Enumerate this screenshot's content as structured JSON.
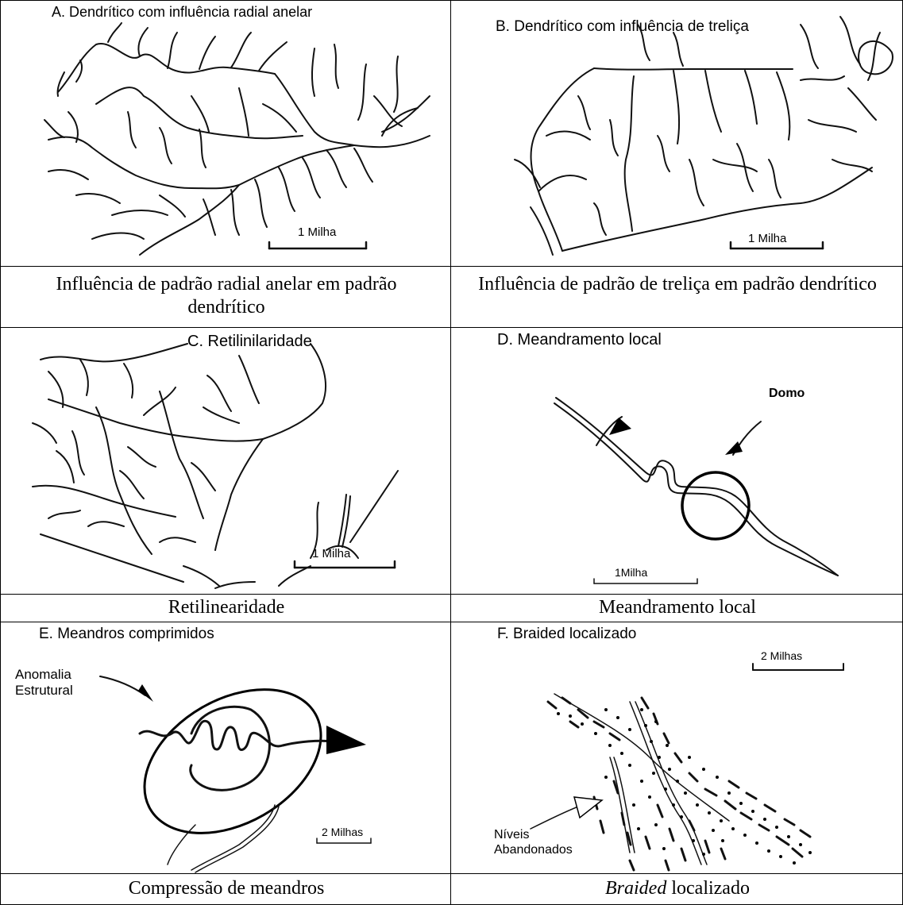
{
  "panels": {
    "a": {
      "title": "A. Dendrítico com influência radial anelar",
      "scale": "1 Milha",
      "caption": "Influência de padrão radial anelar em padrão dendrítico"
    },
    "b": {
      "title": "B. Dendrítico com influência de treliça",
      "scale": "1 Milha",
      "caption": "Influência de padrão de treliça em padrão dendrítico"
    },
    "c": {
      "title": "C. Retilinilaridade",
      "scale": "1 Milha",
      "caption": "Retilinearidade"
    },
    "d": {
      "title": "D. Meandramento local",
      "scale": "1Milha",
      "label": "Domo",
      "caption": "Meandramento local"
    },
    "e": {
      "title": "E. Meandros comprimidos",
      "scale": "2 Milhas",
      "label": "Anomalia Estrutural",
      "caption": "Compressão de meandros"
    },
    "f": {
      "title": "F. Braided localizado",
      "scale": "2 Milhas",
      "label": "Níveis Abandonados",
      "caption_em": "Braided",
      "caption_rest": " localizado"
    }
  }
}
